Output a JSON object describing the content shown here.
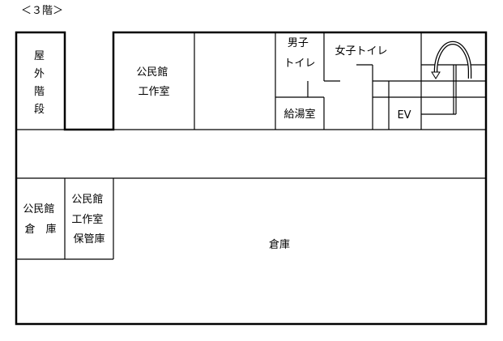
{
  "floor_label": "＜３階＞",
  "rooms": {
    "outdoor_stairs": [
      "屋",
      "外",
      "階",
      "段"
    ],
    "community_workshop": [
      "公民館",
      "工作室"
    ],
    "mens_toilet": [
      "男子",
      "トイレ"
    ],
    "womens_toilet": "女子トイレ",
    "kitchenette": "給湯室",
    "elevator": "EV",
    "community_storage": [
      "公民館",
      "倉　庫"
    ],
    "workshop_storage": [
      "公民館",
      "工作室",
      "保管庫"
    ],
    "storage": "倉庫"
  },
  "colors": {
    "line": "#000000",
    "background": "#ffffff"
  }
}
